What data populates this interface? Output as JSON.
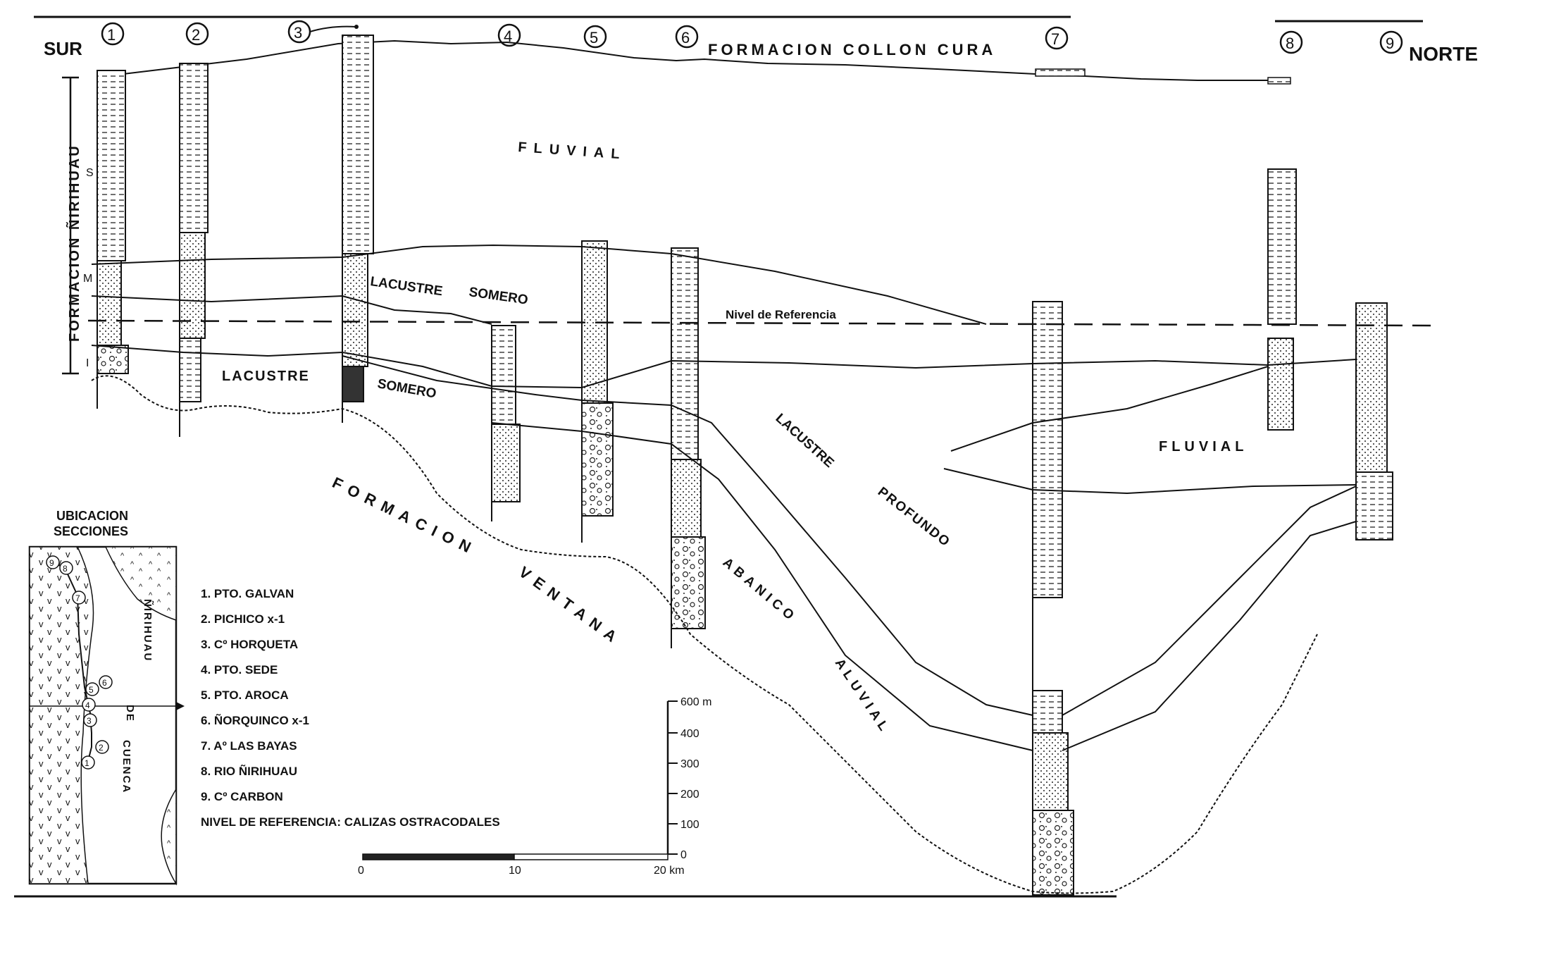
{
  "direction": {
    "south": "SUR",
    "north": "NORTE"
  },
  "sections": [
    {
      "number": "1",
      "name": "PTO. GALVAN"
    },
    {
      "number": "2",
      "name": "PICHICO x-1"
    },
    {
      "number": "3",
      "name": "Cº HORQUETA"
    },
    {
      "number": "4",
      "name": "PTO. SEDE"
    },
    {
      "number": "5",
      "name": "PTO. AROCA"
    },
    {
      "number": "6",
      "name": "ÑORQUINCO x-1"
    },
    {
      "number": "7",
      "name": "Aº LAS BAYAS"
    },
    {
      "number": "8",
      "name": "RIO ÑIRIHUAU"
    },
    {
      "number": "9",
      "name": "Cº CARBON"
    }
  ],
  "formations": {
    "collon_cura": "FORMACION  COLLON  CURA",
    "nirihuau_vertical": "FORMACION  ÑIRIHUAU",
    "ventana_part1": "FORMACION",
    "ventana_part2": "VENTANA",
    "member_s": "S",
    "member_m": "M",
    "member_i": "I"
  },
  "environments": {
    "fluvial_upper": "FLUVIAL",
    "fluvial_right": "FLUVIAL",
    "lacustre_somero_upper_1": "LACUSTRE",
    "lacustre_somero_upper_2": "SOMERO",
    "lacustre_somero_lower_1": "LACUSTRE",
    "lacustre_somero_lower_2": "SOMERO",
    "lacustre_profundo_1": "LACUSTRE",
    "lacustre_profundo_2": "PROFUNDO",
    "abanico_aluvial_1": "ABANICO",
    "abanico_aluvial_2": "ALUVIAL",
    "reference_level": "Nivel de Referencia"
  },
  "inset_map": {
    "title_line1": "UBICACION",
    "title_line2": "SECCIONES",
    "label_nirihuau": "ÑIRIHUAU",
    "label_de": "DE",
    "label_cuenca": "CUENCA",
    "section_markers": [
      "1",
      "2",
      "3",
      "4",
      "5",
      "6",
      "7",
      "8",
      "9"
    ]
  },
  "legend_note": "NIVEL DE REFERENCIA: CALIZAS OSTRACODALES",
  "vertical_scale": {
    "ticks": [
      "600 m",
      "400",
      "300",
      "200",
      "100",
      "0"
    ]
  },
  "horizontal_scale": {
    "ticks": [
      "0",
      "10",
      "20 km"
    ]
  }
}
